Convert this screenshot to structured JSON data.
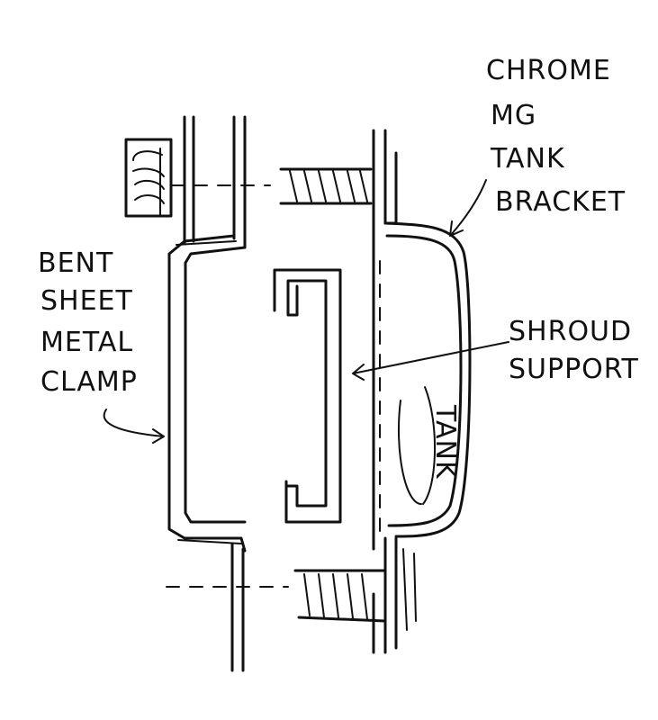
{
  "labels": {
    "bracket": [
      "CHROME",
      "MG",
      "TANK",
      "BRACKET"
    ],
    "clamp": [
      "BENT",
      "SHEET",
      "METAL",
      "CLAMP"
    ],
    "shroud": [
      "SHROUD",
      "SUPPORT"
    ],
    "tank": "TANK"
  },
  "colors": {
    "ink": "#111111",
    "paper": "#ffffff"
  }
}
